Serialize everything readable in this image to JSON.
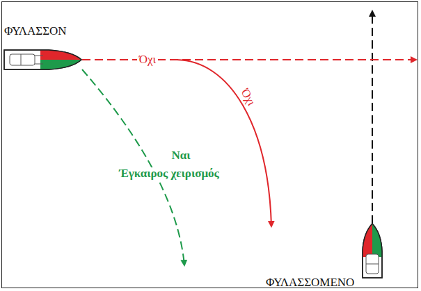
{
  "diagram": {
    "nodes": [
      {
        "text": [
          "ΦΥΛΑΣΣΟΝ"
        ]
      },
      {
        "text": [
          "ΦΥΛΑΣΣΟΜΕΝΟ"
        ]
      }
    ],
    "labels": [
      "Όχι",
      "Όχι",
      "Ναι",
      "Έγκαιρος χειρισμός"
    ]
  }
}
